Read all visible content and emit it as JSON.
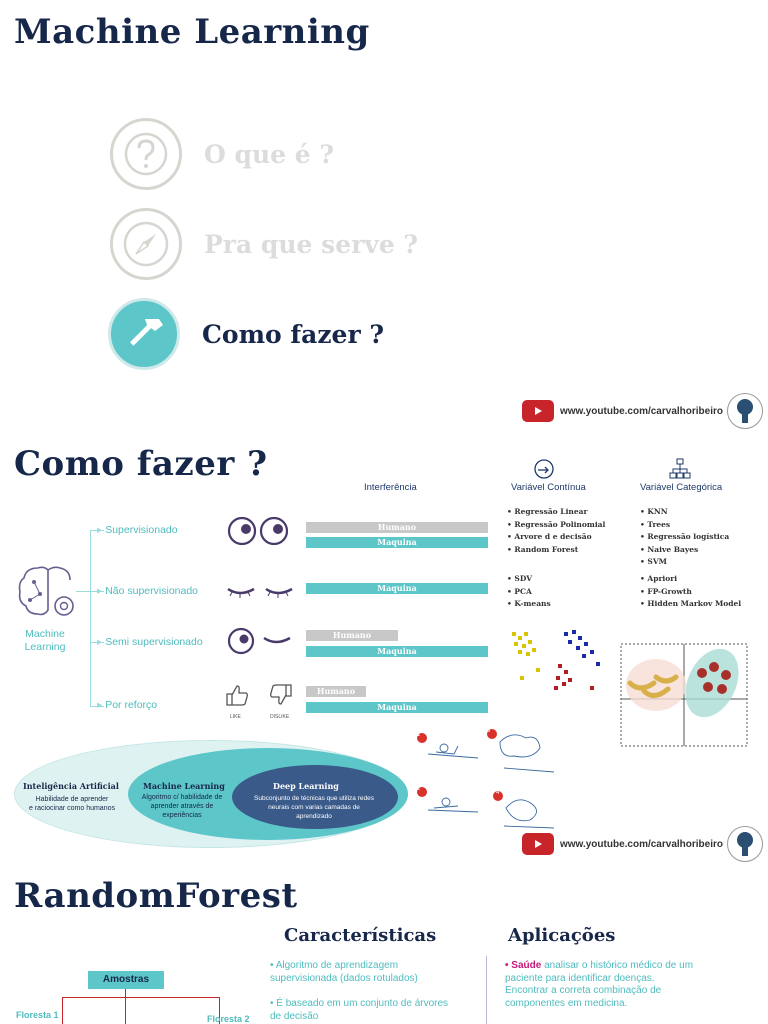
{
  "slide1": {
    "title": "Machine Learning",
    "items": [
      {
        "label": "O que é  ?",
        "icon": "question-icon",
        "state": "faded"
      },
      {
        "label": "Pra que serve ?",
        "icon": "compass-icon",
        "state": "faded"
      },
      {
        "label": "Como fazer ?",
        "icon": "hammer-icon",
        "state": "active"
      }
    ],
    "youtube_url": "www.youtube.com/carvalhoribeiro"
  },
  "slide2": {
    "title": "Como fazer ?",
    "headers": {
      "interference": "Interferência",
      "continuous": "Variável Contínua",
      "categorical": "Variável Categórica"
    },
    "root": "Machine\nLearning",
    "branches": [
      {
        "label": "Supervisionado"
      },
      {
        "label": "Não supervisionado"
      },
      {
        "label": "Semi supervisionado"
      },
      {
        "label": "Por reforço"
      }
    ],
    "bar_human": "Humano",
    "bar_machine": "Maquina",
    "like_label": "LIKE",
    "dislike_label": "DISLIKE",
    "continuous_supervised": [
      "• Regressão Linear",
      "• Regressão Polinomial",
      "• Arvore d e decisão",
      "• Random Forest"
    ],
    "categorical_supervised": [
      "• KNN",
      "• Trees",
      "• Regressão logística",
      "• Naive Bayes",
      "• SVM"
    ],
    "continuous_unsupervised": [
      "• SDV",
      "• PCA",
      "• K-means"
    ],
    "categorical_unsupervised": [
      "• Apriori",
      "• FP-Growth",
      "• Hidden Markov Model"
    ],
    "ai": {
      "title": "Inteligência Artificial",
      "desc": "Habilidade de aprender\ne raciocinar como humanos"
    },
    "ml": {
      "title": "Machine Learning",
      "desc": "Algoritmo c/ habilidade de\naprender através de\nexperiências"
    },
    "dl": {
      "title": "Deep Learning",
      "desc": "Subconjunto de técnicas que utiliza redes\nneurais com varias camadas de\naprendizado"
    },
    "sketch_numbers": [
      "1",
      "2",
      "3",
      "4"
    ],
    "youtube_url": "www.youtube.com/carvalhoribeiro",
    "colors": {
      "teal": "#5cc6c9",
      "navy": "#17274a",
      "gray": "#c8c8c8",
      "red": "#c8252b"
    }
  },
  "slide3": {
    "title": "RandomForest",
    "features_title": "Características",
    "features": [
      "• Algoritmo de aprendizagem\nsupervisionada (dados rotulados)",
      "• É baseado em um conjunto de árvores\nde decisão"
    ],
    "applications_title": "Aplicações",
    "app_highlight": "• Saúde",
    "app_text": " analisar o histórico médico de um\npaciente para identificar doenças.\nEncontrar  a correta combinação de\ncomponentes em medicina.",
    "samples_label": "Amostras",
    "forest1": "Floresta 1",
    "forest2": "Floresta 2"
  }
}
